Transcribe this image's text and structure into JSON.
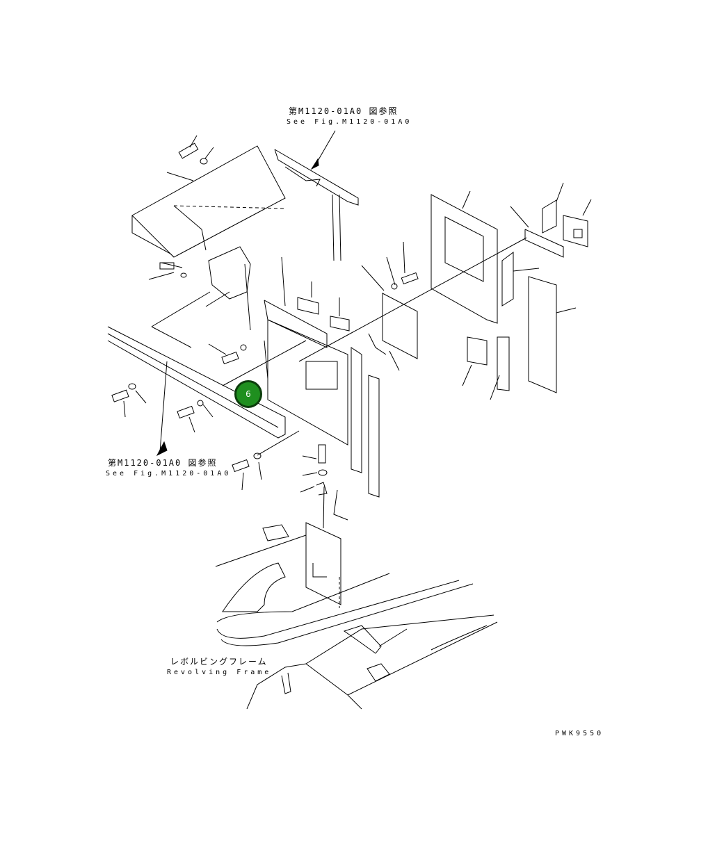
{
  "diagram": {
    "refs": [
      {
        "jp": "第M1120-01A0 図参照",
        "en": "See Fig.M1120-01A0"
      },
      {
        "jp": "第M1120-01A0 図参照",
        "en": "See Fig.M1120-01A0"
      }
    ],
    "frame_label": {
      "jp": "レボルビングフレーム",
      "en": "Revolving Frame"
    },
    "callout": {
      "number": "6",
      "color": "#1f8f1f"
    },
    "drawing_code": "PWK9550"
  }
}
